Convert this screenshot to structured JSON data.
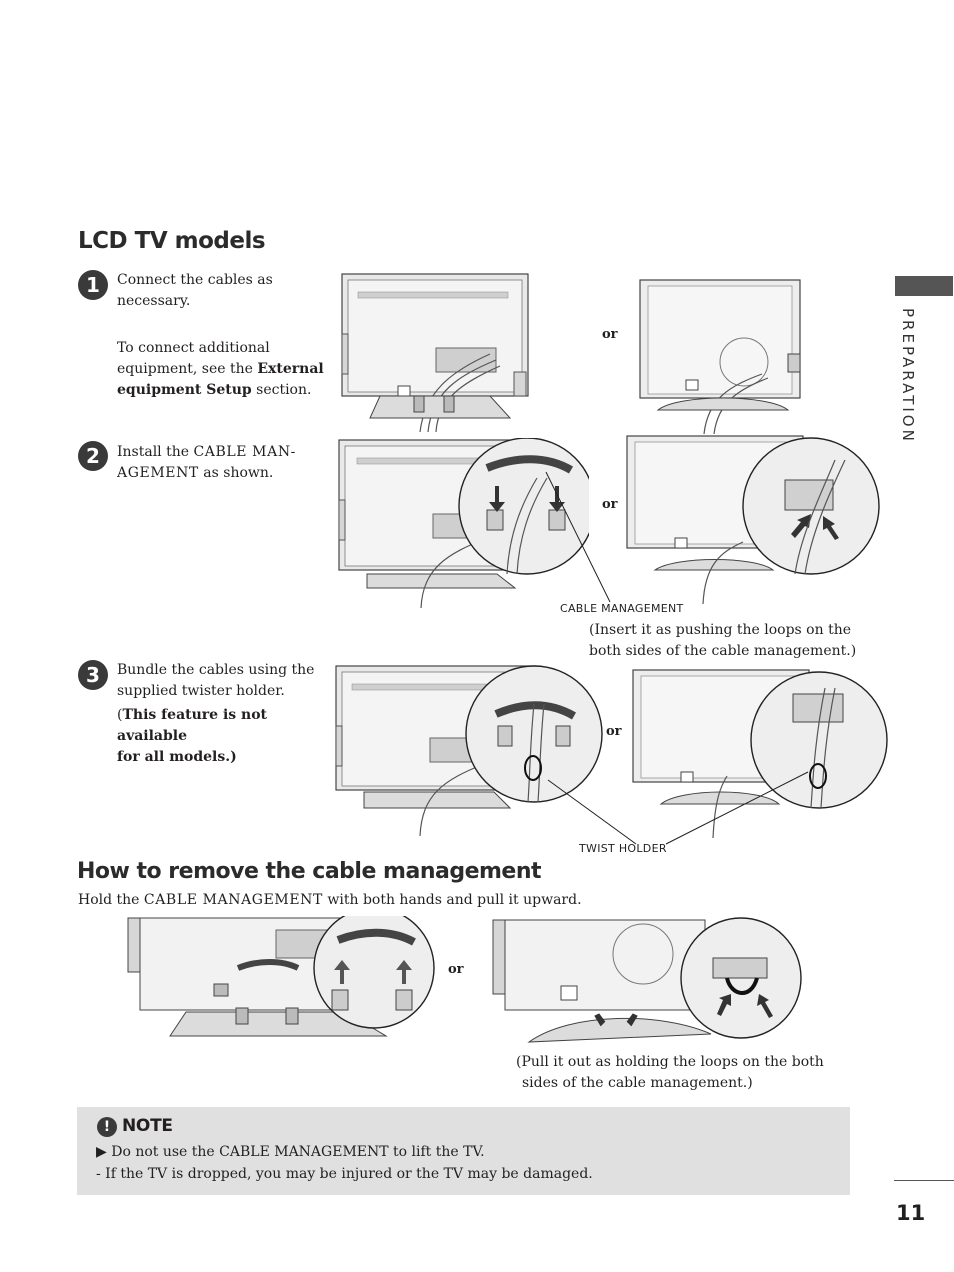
{
  "section1": {
    "title": "LCD TV models",
    "steps": [
      {
        "number": "1",
        "line1": "Connect the cables as necessary.",
        "line2": "To connect additional",
        "line3_pre": "equipment, see the ",
        "line3_bold": "External",
        "line4_bold": "equipment Setup",
        "line4_post": " section."
      },
      {
        "number": "2",
        "line1_pre": "Install the ",
        "line1_sc": "CABLE MAN-",
        "line2_sc": "AGEMENT",
        "line2_post": " as shown."
      },
      {
        "number": "3",
        "line1": "Bundle the cables using the",
        "line2": "supplied twister holder.",
        "line3_pre": "(",
        "line3_bold": "This feature is not available",
        "line4_bold": "for all models.)"
      }
    ],
    "or_label": "or",
    "cable_management_label": "CABLE MANAGEMENT",
    "insert_note_line1": "(Insert it as pushing the loops on the",
    "insert_note_line2": "both sides of the cable management.)",
    "twist_holder_label": "TWIST HOLDER"
  },
  "section2": {
    "title": "How to remove the cable management",
    "instruction_pre": "Hold the ",
    "instruction_sc": "CABLE MANAGEMENT",
    "instruction_post": " with both hands and pull it upward.",
    "or_label": "or",
    "pull_note_line1": "(Pull it out as holding the loops on the both",
    "pull_note_line2": "sides of the cable management.)"
  },
  "note": {
    "icon": "!",
    "title": "NOTE",
    "line1_pre": "▶ Do not use the ",
    "line1_sc": "CABLE MANAGEMENT",
    "line1_post": " to lift the TV.",
    "line2": "- If the TV is dropped, you may be injured or the TV may be damaged."
  },
  "sidebar": {
    "section_tab": "PREPARATION"
  },
  "page": {
    "number": "11"
  },
  "colors": {
    "tab": "#555555",
    "note_bg": "#e0e0e0",
    "step_badge": "#3a3a3a"
  }
}
